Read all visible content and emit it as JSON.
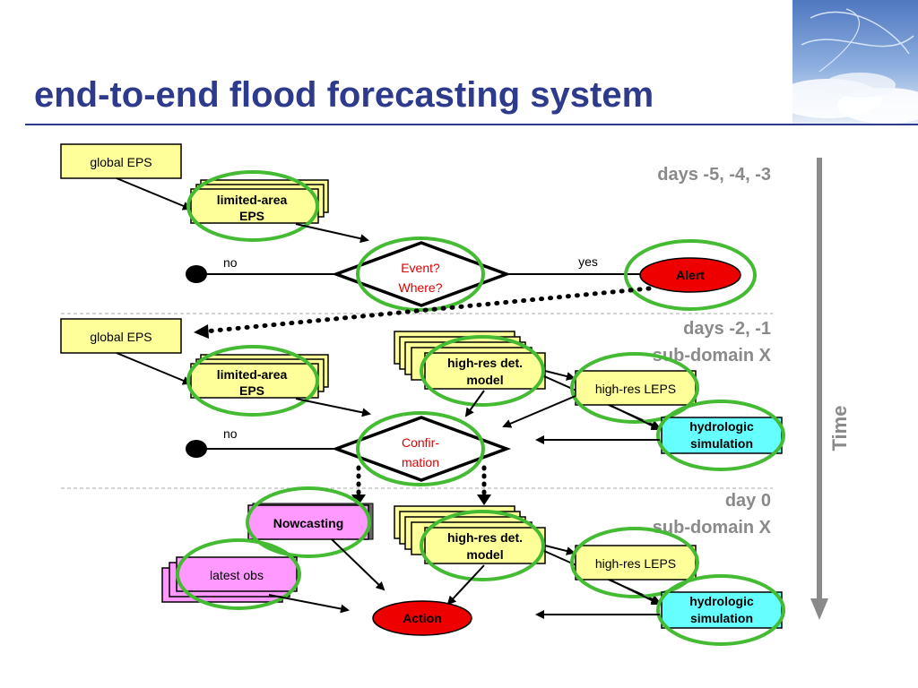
{
  "slide": {
    "title": "end-to-end flood forecasting system",
    "time_label": "Time"
  },
  "phases": [
    {
      "line1": "days -5, -4, -3",
      "line2": ""
    },
    {
      "line1": "days -2, -1",
      "line2": "sub-domain X"
    },
    {
      "line1": "day 0",
      "line2": "sub-domain X"
    }
  ],
  "stage1": {
    "global_eps": "global EPS",
    "limited_area_eps_line1": "limited-area",
    "limited_area_eps_line2": "EPS",
    "no_label": "no",
    "yes_label": "yes",
    "decision_line1": "Event?",
    "decision_line2": "Where?",
    "alert": "Alert"
  },
  "stage2": {
    "global_eps": "global EPS",
    "limited_area_eps_line1": "limited-area",
    "limited_area_eps_line2": "EPS",
    "high_res_det_line1": "high-res det.",
    "high_res_det_line2": "model",
    "high_res_leps": "high-res LEPS",
    "hydrologic_line1": "hydrologic",
    "hydrologic_line2": "simulation",
    "no_label": "no",
    "decision_line1": "Confir-",
    "decision_line2": "mation"
  },
  "stage3": {
    "nowcasting": "Nowcasting",
    "latest_obs": "latest obs",
    "high_res_det_line1": "high-res det.",
    "high_res_det_line2": "model",
    "high_res_leps": "high-res LEPS",
    "hydrologic_line1": "hydrologic",
    "hydrologic_line2": "simulation",
    "action": "Action"
  },
  "colors": {
    "title": "#2e3a8c",
    "yellow_box": "#ffff99",
    "cyan_box": "#66ffff",
    "pink_box": "#ff99ff",
    "red_oval": "#ee0000",
    "highlight_circle": "#44bb33",
    "decision_text": "#dd0000",
    "phase_text": "#8a8a8a"
  }
}
